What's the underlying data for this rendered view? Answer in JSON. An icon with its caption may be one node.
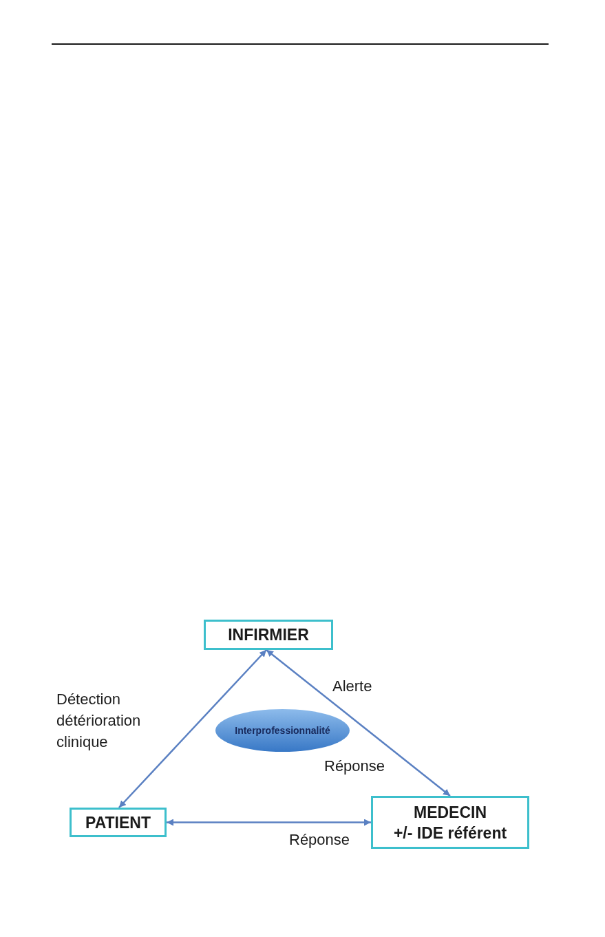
{
  "diagram": {
    "nodes": [
      {
        "text": [
          "INFIRMIER"
        ]
      },
      {
        "text": [
          "Interprofessionnalité"
        ]
      },
      {
        "text": [
          "PATIENT"
        ]
      },
      {
        "text": [
          "MEDECIN",
          "+/- IDE référent"
        ]
      }
    ],
    "edges": [
      {
        "from": 0,
        "to": 2,
        "arrow": "both",
        "label": "Détection détérioration clinique"
      },
      {
        "from": 0,
        "to": 3,
        "arrow": "both",
        "label": "Alerte"
      },
      {
        "from": 2,
        "to": 3,
        "arrow": "both",
        "label": "Réponse"
      }
    ],
    "labels": [
      "Réponse"
    ]
  }
}
